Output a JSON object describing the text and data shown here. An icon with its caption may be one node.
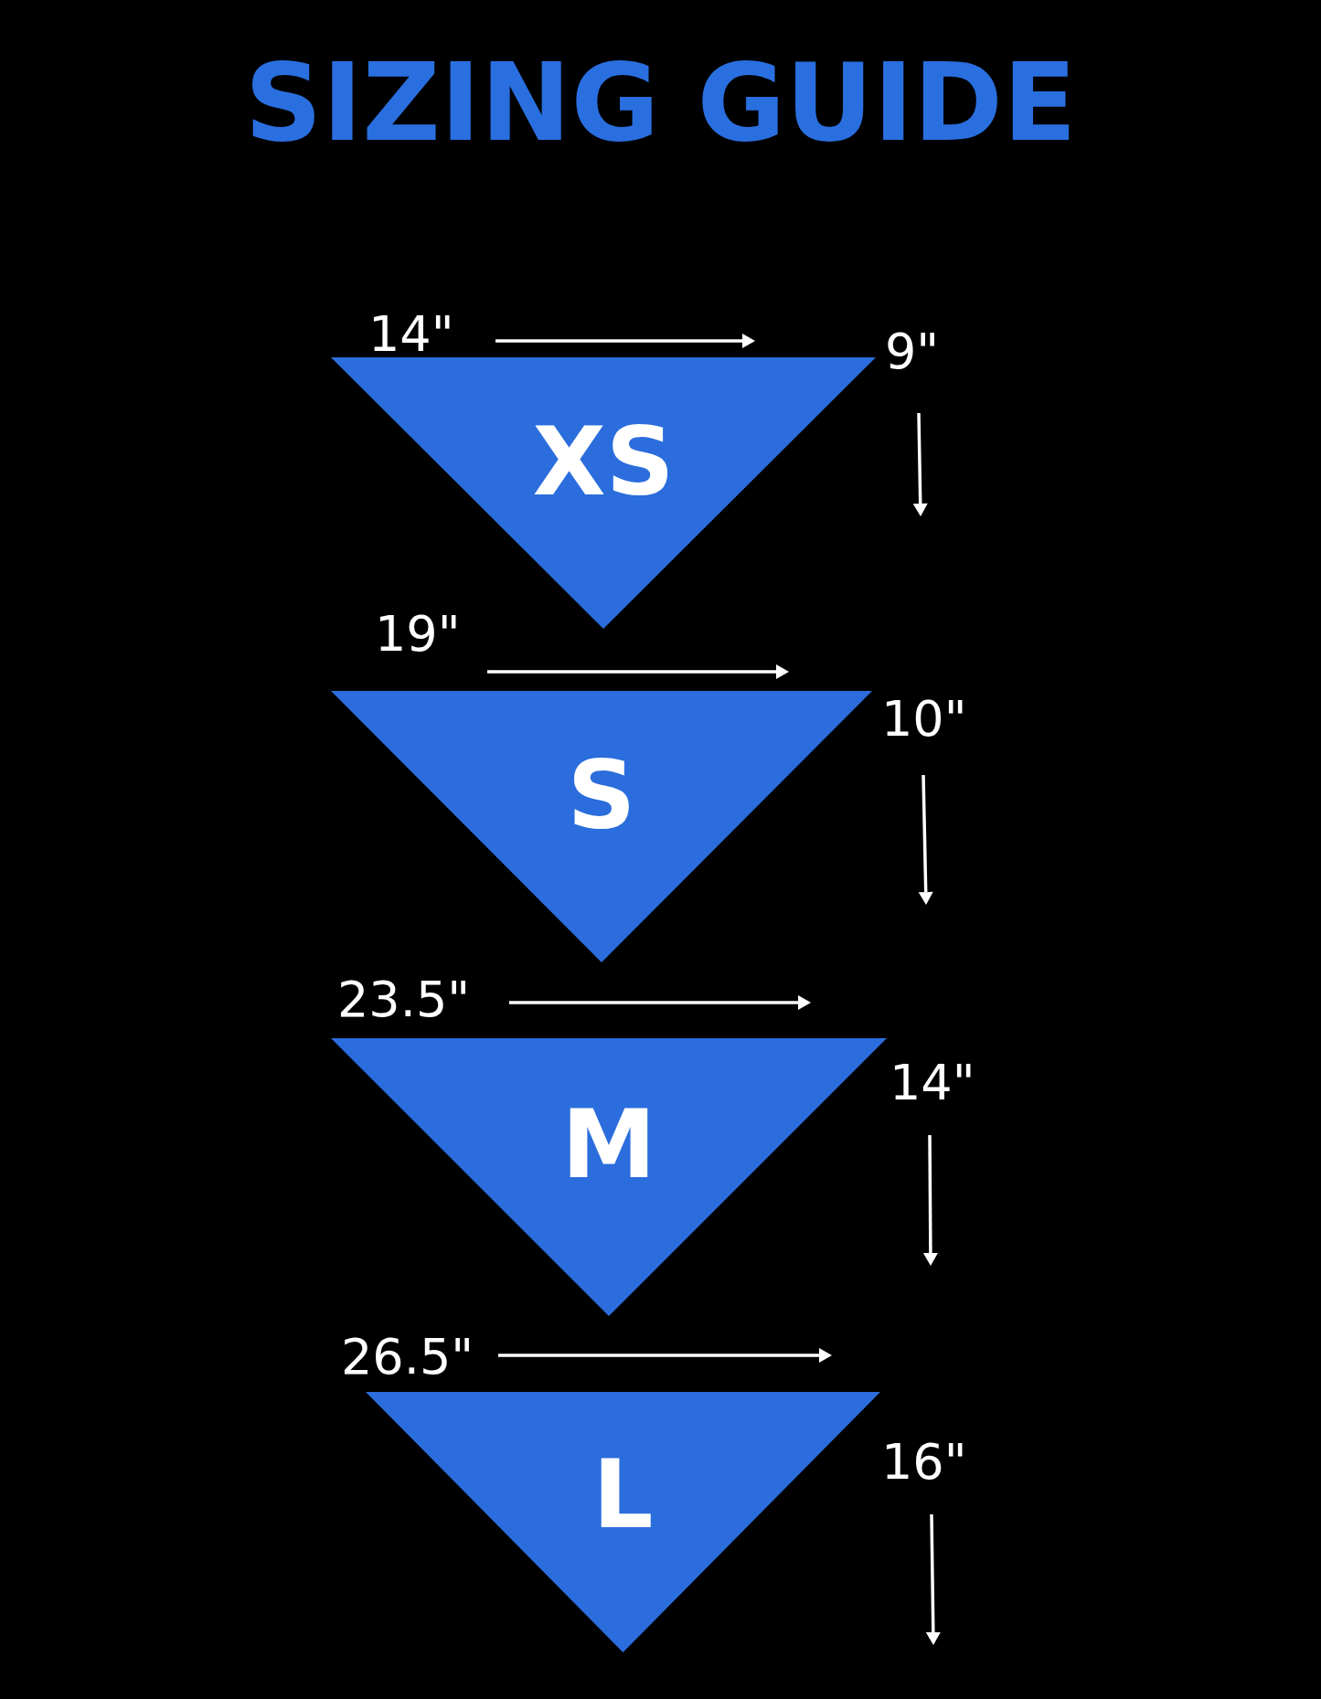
{
  "diagram": {
    "title": "SIZING GUIDE",
    "nodes": [
      {
        "text": [
          "XS"
        ]
      },
      {
        "text": [
          "S"
        ]
      },
      {
        "text": [
          "M"
        ]
      },
      {
        "text": [
          "L"
        ]
      }
    ],
    "edges": [],
    "labels": [
      "14\"",
      "9\"",
      "19\"",
      "10\"",
      "23.5\"",
      "14\"",
      "26.5\"",
      "16\""
    ]
  }
}
